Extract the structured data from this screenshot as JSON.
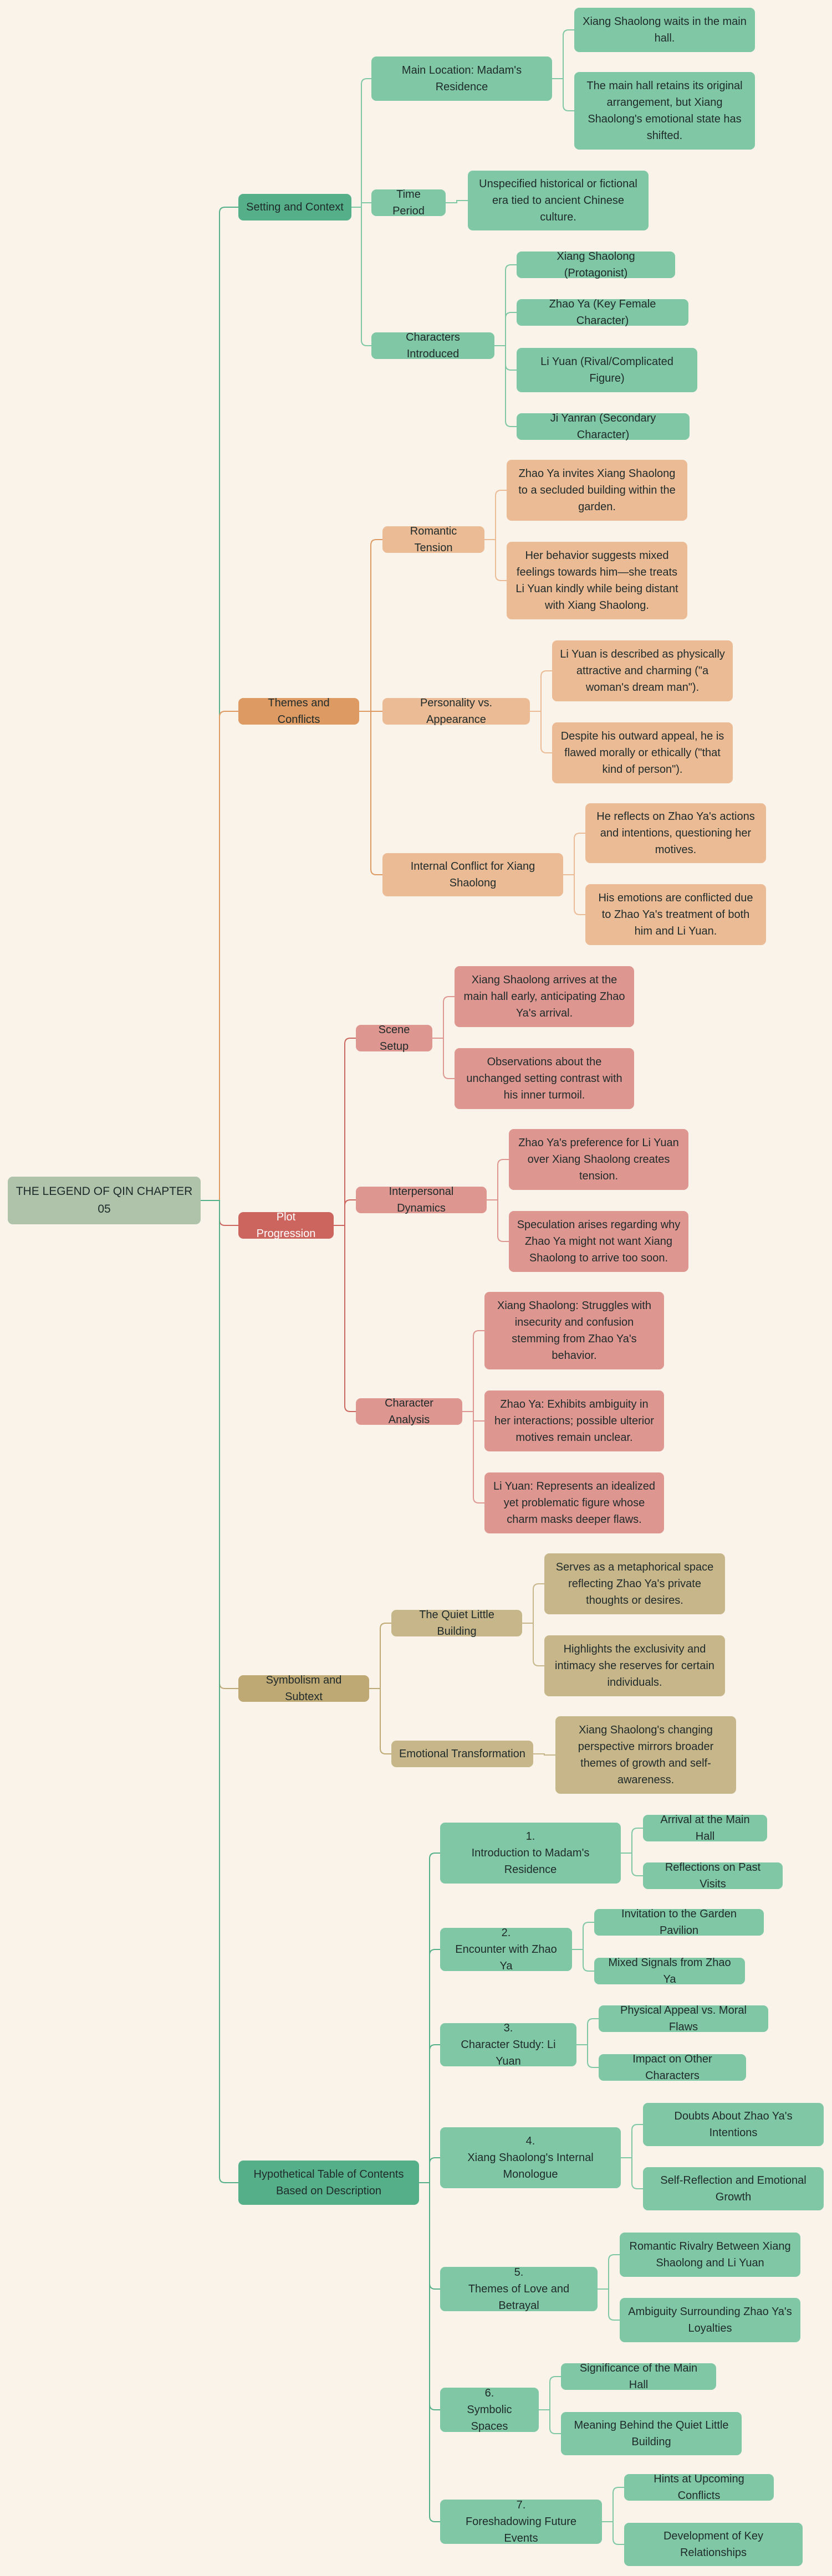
{
  "root": {
    "title": "THE LEGEND OF QIN CHAPTER 05"
  },
  "colors": {
    "green_branch": "#55b08a",
    "green_leaf": "#7fc7a5",
    "orange_branch": "#dd9a62",
    "orange_leaf": "#ebbb95",
    "red_branch": "#cd655f",
    "red_leaf": "#de9690",
    "tan_branch": "#bea873",
    "tan_leaf": "#c7b68a",
    "root": "#aec3aa",
    "background": "#f9f3ea"
  },
  "setting": {
    "label": "Setting and Context",
    "location": {
      "label": "Main Location: Madam's Residence",
      "items": [
        "Xiang Shaolong waits in the main hall.",
        "The main hall retains its original arrangement, but Xiang Shaolong's emotional state has shifted."
      ]
    },
    "time": {
      "label": "Time Period",
      "items": [
        "Unspecified historical or fictional era tied to ancient Chinese culture."
      ]
    },
    "characters": {
      "label": "Characters Introduced",
      "items": [
        "Xiang Shaolong (Protagonist)",
        "Zhao Ya (Key Female Character)",
        "Li Yuan (Rival/Complicated Figure)",
        "Ji Yanran (Secondary Character)"
      ]
    }
  },
  "themes": {
    "label": "Themes and Conflicts",
    "romantic": {
      "label": "Romantic Tension",
      "items": [
        "Zhao Ya invites Xiang Shaolong to a secluded building within the garden.",
        "Her behavior suggests mixed feelings towards him—she treats Li Yuan kindly while being distant with Xiang Shaolong."
      ]
    },
    "personality": {
      "label": "Personality vs. Appearance",
      "items": [
        "Li Yuan is described as physically attractive and charming (\"a woman's dream man\").",
        "Despite his outward appeal, he is flawed morally or ethically (\"that kind of person\")."
      ]
    },
    "internal": {
      "label": "Internal Conflict for Xiang Shaolong",
      "items": [
        "He reflects on Zhao Ya's actions and intentions, questioning her motives.",
        "His emotions are conflicted due to Zhao Ya's treatment of both him and Li Yuan."
      ]
    }
  },
  "plot": {
    "label": "Plot Progression",
    "scene": {
      "label": "Scene Setup",
      "items": [
        "Xiang Shaolong arrives at the main hall early, anticipating Zhao Ya's arrival.",
        "Observations about the unchanged setting contrast with his inner turmoil."
      ]
    },
    "interpersonal": {
      "label": "Interpersonal Dynamics",
      "items": [
        "Zhao Ya's preference for Li Yuan over Xiang Shaolong creates tension.",
        "Speculation arises regarding why Zhao Ya might not want Xiang Shaolong to arrive too soon."
      ]
    },
    "analysis": {
      "label": "Character Analysis",
      "items": [
        "Xiang Shaolong: Struggles with insecurity and confusion stemming from Zhao Ya's behavior.",
        "Zhao Ya: Exhibits ambiguity in her interactions; possible ulterior motives remain unclear.",
        "Li Yuan: Represents an idealized yet problematic figure whose charm masks deeper flaws."
      ]
    }
  },
  "symbolism": {
    "label": "Symbolism and Subtext",
    "building": {
      "label": "The Quiet Little Building",
      "items": [
        "Serves as a metaphorical space reflecting Zhao Ya's private thoughts or desires.",
        "Highlights the exclusivity and intimacy she reserves for certain individuals."
      ]
    },
    "emotional": {
      "label": "Emotional Transformation",
      "items": [
        "Xiang Shaolong's changing perspective mirrors broader themes of growth and self-awareness."
      ]
    }
  },
  "toc": {
    "label": "Hypothetical Table of Contents Based on Description",
    "chapters": [
      {
        "num": "1.",
        "title": "Introduction to Madam's Residence",
        "items": [
          "Arrival at the Main Hall",
          "Reflections on Past Visits"
        ]
      },
      {
        "num": "2.",
        "title": "Encounter with Zhao Ya",
        "items": [
          "Invitation to the Garden Pavilion",
          "Mixed Signals from Zhao Ya"
        ]
      },
      {
        "num": "3.",
        "title": "Character Study: Li Yuan",
        "items": [
          "Physical Appeal vs. Moral Flaws",
          "Impact on Other Characters"
        ]
      },
      {
        "num": "4.",
        "title": "Xiang Shaolong's Internal Monologue",
        "items": [
          "Doubts About Zhao Ya's Intentions",
          "Self-Reflection and Emotional Growth"
        ]
      },
      {
        "num": "5.",
        "title": "Themes of Love and Betrayal",
        "items": [
          "Romantic Rivalry Between Xiang Shaolong and Li Yuan",
          "Ambiguity Surrounding Zhao Ya's Loyalties"
        ]
      },
      {
        "num": "6.",
        "title": "Symbolic Spaces",
        "items": [
          "Significance of the Main Hall",
          "Meaning Behind the Quiet Little Building"
        ]
      },
      {
        "num": "7.",
        "title": "Foreshadowing Future Events",
        "items": [
          "Hints at Upcoming Conflicts",
          "Development of Key Relationships"
        ]
      }
    ]
  }
}
